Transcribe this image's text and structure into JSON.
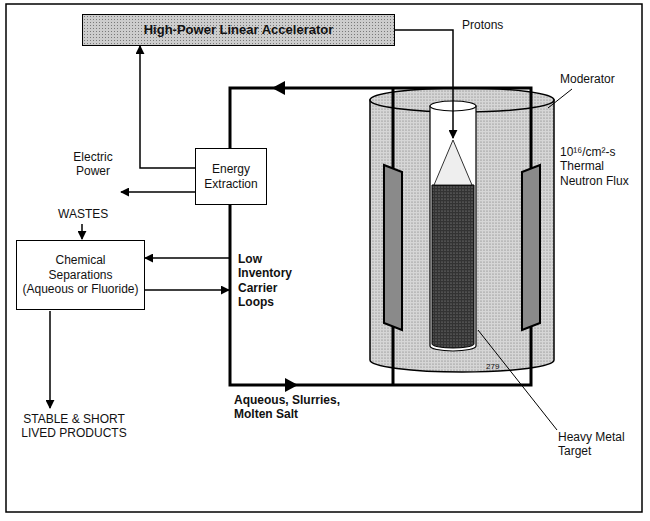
{
  "diagram": {
    "nodes": [
      {
        "text": [
          "High-Power Linear Accelerator"
        ]
      },
      {
        "text": [
          "Energy Extraction"
        ]
      },
      {
        "text": [
          "Chemical Separations",
          "(Aqueous or Fluoride)"
        ]
      }
    ],
    "edges": [
      {
        "from": 1,
        "to": 0,
        "arrow": "to"
      }
    ],
    "labels": [
      "Protons",
      "Electric Power",
      "WASTES",
      "STABLE & SHORT LIVED PRODUCTS",
      "Low Inventory Carrier Loops",
      "Aqueous, Slurries, Molten Salt",
      "Moderator",
      "10¹⁶/cm²-s Thermal Neutron Flux",
      "Heavy Metal Target",
      "279"
    ]
  }
}
